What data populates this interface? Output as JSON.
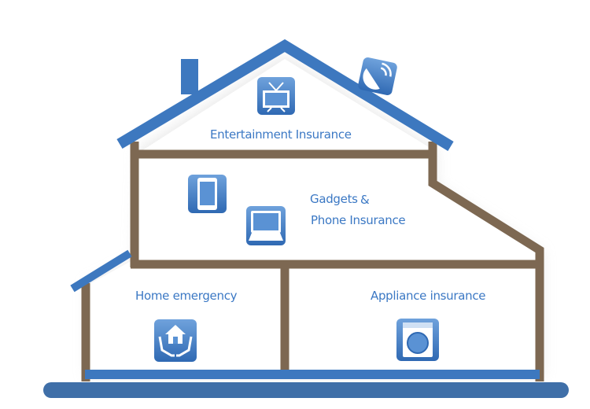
{
  "labels": {
    "entertainment": "Entertainment Insurance",
    "gadgets_line1": "Gadgets",
    "gadgets_amp": "&",
    "gadgets_line2": "Phone Insurance",
    "home_emergency": "Home emergency",
    "appliance": "Appliance insurance"
  },
  "colors": {
    "roof": "#3d78bf",
    "wall": "#7d6852",
    "base": "#3f6fa8",
    "icon": "#3b78c4"
  },
  "icons": [
    "tv-icon",
    "satellite-dish-icon",
    "smartphone-icon",
    "laptop-icon",
    "home-hands-icon",
    "washing-machine-icon"
  ]
}
